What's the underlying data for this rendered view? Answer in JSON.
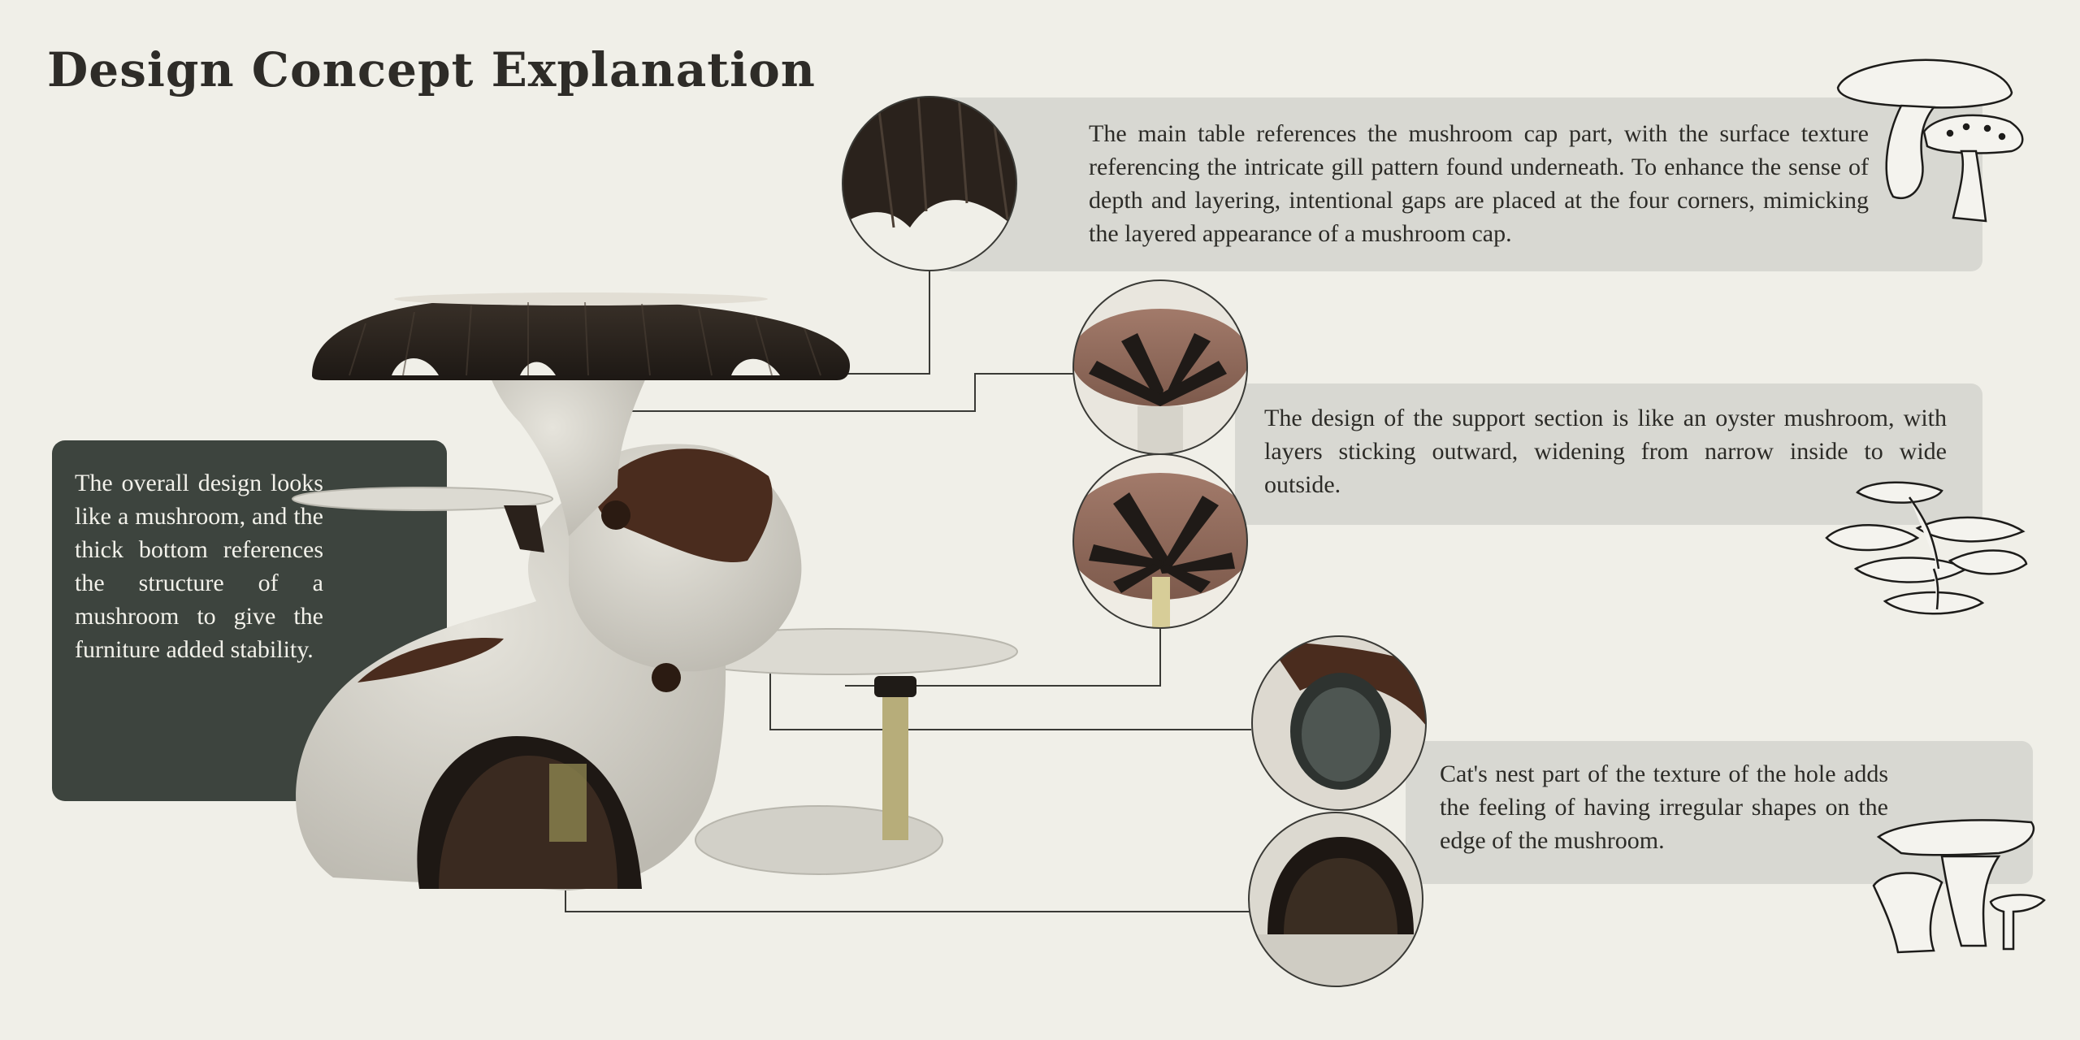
{
  "page": {
    "title": "Design Concept Explanation"
  },
  "sections": {
    "cap": {
      "text": "The main table references the mushroom cap part, with the surface texture referencing the intricate gill pattern found underneath. To enhance the sense of depth and layering, intentional gaps are placed at the four corners, mimicking the layered appearance of a mushroom cap."
    },
    "support": {
      "text": "The design of the support section is like an oyster mushroom, with layers sticking outward, widening from narrow inside to wide outside."
    },
    "nest": {
      "text": "Cat's nest part of the texture of the hole adds the feeling of having irregular shapes on the edge of the mushroom."
    },
    "overall": {
      "text": "The overall design looks like a mushroom, and the thick bottom references the structure of a mushroom to give the furniture added stability."
    }
  },
  "colors": {
    "background": "#f0efe8",
    "callout_box": "#d8d8d2",
    "overall_box": "#3d443e",
    "cap_brown": "#2c241d",
    "felt_white": "#d9d7cf",
    "spot_brown": "#4a2c1e",
    "sisal": "#b7ad7a"
  },
  "icons": [
    "porcini-mushroom-sketch-icon",
    "oyster-mushroom-sketch-icon",
    "chanterelle-mushroom-sketch-icon"
  ]
}
